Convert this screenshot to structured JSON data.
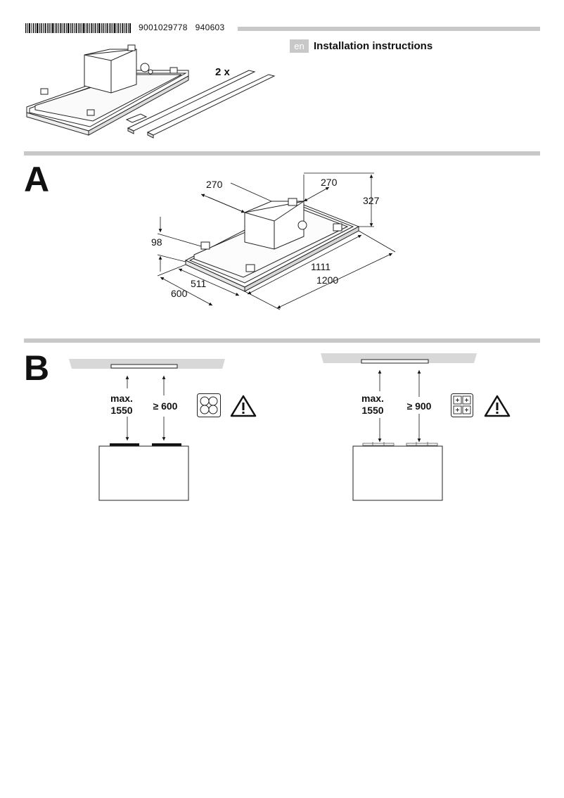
{
  "header": {
    "article_number": "9001029778",
    "date_code": "940603",
    "language_badge": "en",
    "title": "Installation instructions"
  },
  "scope": {
    "quantity_label": "2 x"
  },
  "section_a": {
    "letter": "A",
    "dimensions": {
      "collar_left": "270",
      "collar_right": "270",
      "collar_height": "327",
      "body_height": "98",
      "inner_length": "1111",
      "length": "1200",
      "inner_depth": "511",
      "depth": "600"
    }
  },
  "section_b": {
    "letter": "B",
    "left": {
      "max_label": "max.",
      "max_value": "1550",
      "min_distance": "≥ 600",
      "hob_icon": "electric-hob-icon",
      "warning_icon": "warning-icon"
    },
    "right": {
      "max_label": "max.",
      "max_value": "1550",
      "min_distance": "≥ 900",
      "hob_icon": "gas-hob-icon",
      "warning_icon": "warning-icon"
    }
  }
}
